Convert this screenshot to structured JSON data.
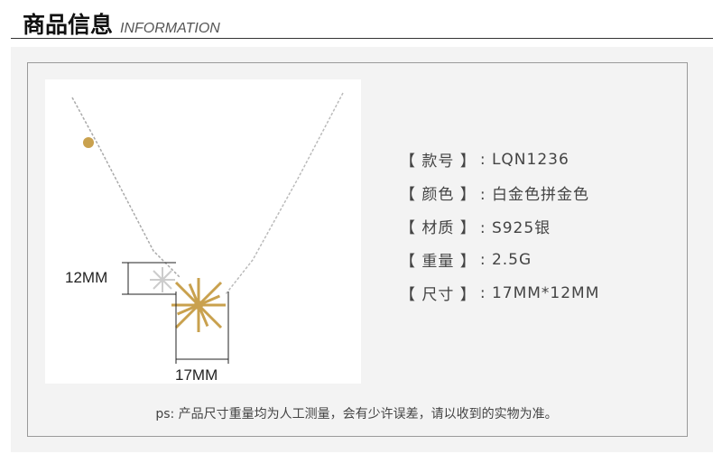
{
  "header": {
    "title_cn": "商品信息",
    "title_en": "INFORMATION"
  },
  "product": {
    "dimension_height": "12MM",
    "dimension_width": "17MM",
    "specs": [
      {
        "label": "【 款号 】",
        "value": ": LQN1236"
      },
      {
        "label": "【 颜色 】",
        "value": ": 白金色拼金色"
      },
      {
        "label": "【 材质 】",
        "value": ": S925银"
      },
      {
        "label": "【 重量 】",
        "value": ": 2.5G"
      },
      {
        "label": "【 尺寸 】",
        "value": ": 17MM*12MM"
      }
    ]
  },
  "note": "ps: 产品尺寸重量均为人工测量，会有少许误差，请以收到的实物为准。"
}
